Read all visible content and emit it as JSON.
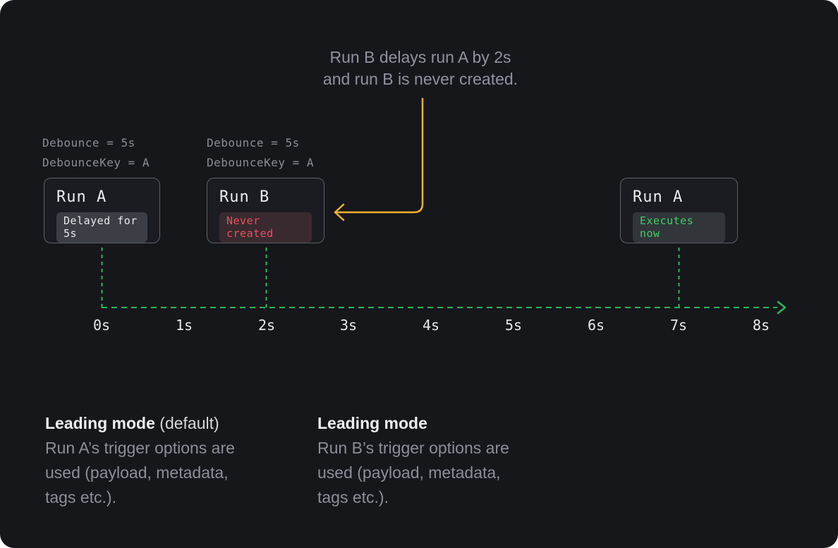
{
  "colors": {
    "card_bg": "#16171b",
    "box_bg": "#1b1c21",
    "box_border": "#5c6068",
    "accent_yellow": "#f5b22d",
    "accent_green": "#2db659",
    "accent_red": "#ed4f5e",
    "text_muted": "#8a8e95"
  },
  "annotation": {
    "text": "Run B delays run A by 2s\nand run B is never created."
  },
  "runs": [
    {
      "params": "Debounce = 5s\nDebounceKey = A",
      "title": "Run A",
      "badge": {
        "label": "Delayed for 5s",
        "type": "neutral"
      }
    },
    {
      "params": "Debounce = 5s\nDebounceKey = A",
      "title": "Run B",
      "badge": {
        "label": "Never created",
        "type": "danger"
      }
    },
    {
      "title": "Run A",
      "badge": {
        "label": "Executes now",
        "type": "success"
      }
    }
  ],
  "timeline": {
    "ticks": [
      "0s",
      "1s",
      "2s",
      "3s",
      "4s",
      "5s",
      "6s",
      "7s",
      "8s"
    ]
  },
  "notes": [
    {
      "heading": "Leading mode",
      "heading_suffix": " (default)",
      "body": "Run A’s trigger options are\nused (payload, metadata,\ntags etc.)."
    },
    {
      "heading": "Leading mode",
      "heading_suffix": "",
      "body": "Run B’s trigger options are\nused (payload, metadata,\ntags etc.)."
    }
  ]
}
